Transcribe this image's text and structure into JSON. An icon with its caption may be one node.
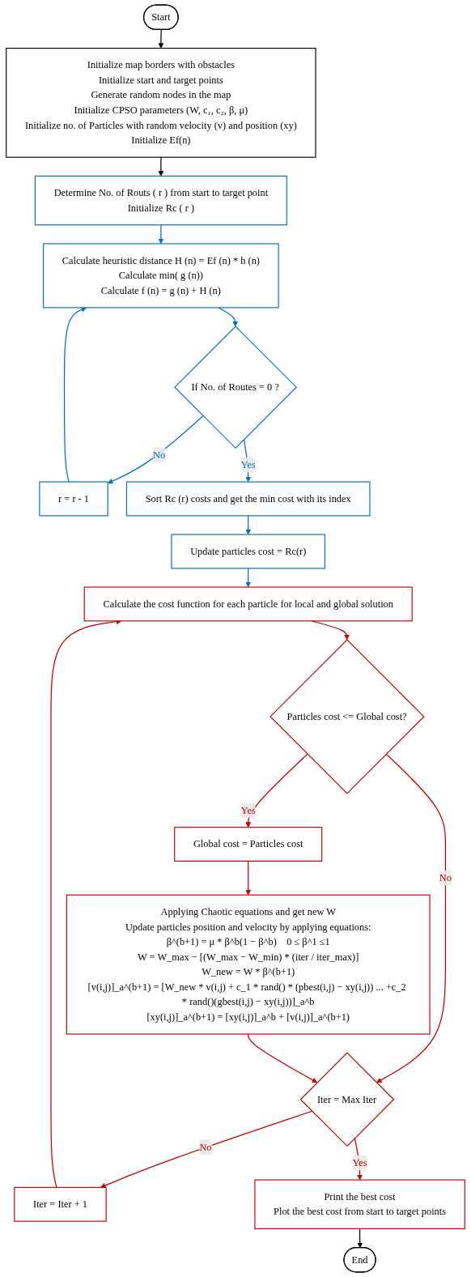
{
  "diagram": {
    "nodes": [
      {
        "text": [
          "Start"
        ]
      },
      {
        "text": [
          "Initialize map borders with obstacles",
          "Initialize start and target points",
          "Generate random nodes in the map",
          "Initialize CPSO parameters (W, c₁, c₂, β, μ)",
          "Initialize no. of Particles with random velocity (v) and position (xy)",
          "Initialize Ef(n)"
        ]
      },
      {
        "text": [
          "Determine No. of Routs ( r ) from start to target point",
          "Initialize Rc ( r )"
        ]
      },
      {
        "text": [
          "Calculate heuristic distance H (n) = Ef (n) * h (n)",
          "Calculate min( g (n))",
          "Calculate f (n) = g (n) + H (n)"
        ]
      },
      {
        "text": [
          "If No. of Routes = 0 ?"
        ]
      },
      {
        "text": [
          "r = r - 1"
        ]
      },
      {
        "text": [
          "Sort Rc (r) costs and get the min cost with its index"
        ]
      },
      {
        "text": [
          "Update particles cost = Rc(r)"
        ]
      },
      {
        "text": [
          "Calculate the cost function for each particle for local and global solution"
        ]
      },
      {
        "text": [
          "Particles cost <= Global cost?"
        ]
      },
      {
        "text": [
          "Global cost = Particles cost"
        ]
      },
      {
        "text": [
          "Applying Chaotic equations and get new W",
          "Update particles position and velocity by applying equations:",
          "β^(b+1) = μ * β^b(1 − β^b)    0 ≤ β^1 ≤1",
          "W = W_max − [(W_max − W_min) * (iter / iter_max)]",
          "W_new = W * β^(b+1)",
          "[v(i,j)]_a^(b+1) = [W_new * v(i,j) + c_1 * rand() * (pbest(i,j) − xy(i,j)) ... +c_2 * rand()(gbest(i,j) − xy(i,j))]_a^b",
          "[xy(i,j)]_a^(b+1) = [xy(i,j)]_a^b + [v(i,j)]_a^(b+1)"
        ]
      },
      {
        "text": [
          "Iter = Max Iter"
        ]
      },
      {
        "text": [
          "Iter = Iter + 1"
        ]
      },
      {
        "text": [
          "Print the best cost",
          "Plot the best cost from start to target points"
        ]
      },
      {
        "text": [
          "End"
        ]
      }
    ],
    "edges": [
      {
        "from": 0,
        "to": 1,
        "arrow": "to",
        "color": "#000000"
      },
      {
        "from": 1,
        "to": 2,
        "arrow": "to",
        "color": "#000000"
      },
      {
        "from": 2,
        "to": 3,
        "arrow": "to",
        "color": "#0070c0"
      },
      {
        "from": 3,
        "to": 4,
        "arrow": "to",
        "color": "#0070c0"
      },
      {
        "from": 4,
        "to": 5,
        "arrow": "to",
        "label": "No",
        "color": "#0070c0"
      },
      {
        "from": 5,
        "to": 3,
        "arrow": "to",
        "color": "#0070c0"
      },
      {
        "from": 4,
        "to": 6,
        "arrow": "to",
        "label": "Yes",
        "color": "#0070c0"
      },
      {
        "from": 6,
        "to": 7,
        "arrow": "to",
        "color": "#0070c0"
      },
      {
        "from": 7,
        "to": 8,
        "arrow": "to",
        "color": "#0070c0"
      },
      {
        "from": 8,
        "to": 9,
        "arrow": "to"
      },
      {
        "from": 9,
        "to": 12,
        "arrow": "to",
        "label": "No"
      },
      {
        "from": 9,
        "to": 10,
        "arrow": "to",
        "label": "Yes"
      },
      {
        "from": 10,
        "to": 11,
        "arrow": "to"
      },
      {
        "from": 11,
        "to": 12,
        "arrow": "to"
      },
      {
        "from": 12,
        "to": 13,
        "arrow": "to",
        "label": "No"
      },
      {
        "from": 13,
        "to": 8,
        "arrow": "to"
      },
      {
        "from": 12,
        "to": 14,
        "arrow": "to",
        "label": "Yes"
      },
      {
        "from": 14,
        "to": 15,
        "arrow": "to",
        "color": "#000000"
      }
    ]
  }
}
